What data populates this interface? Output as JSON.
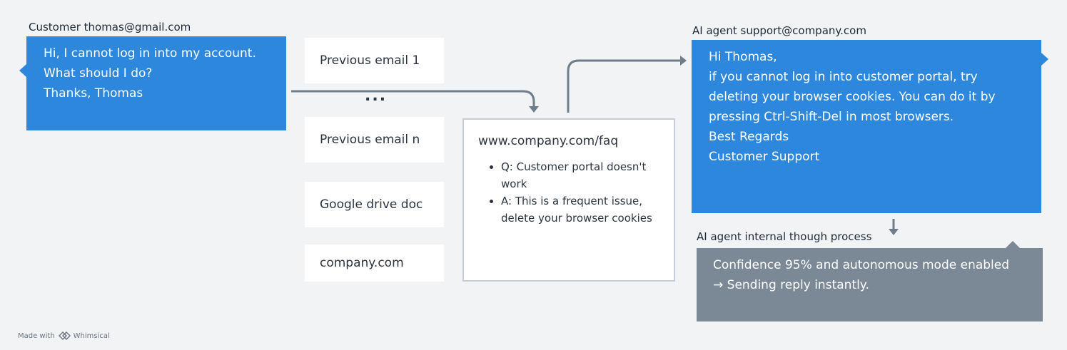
{
  "customer": {
    "label": "Customer thomas@gmail.com",
    "message_lines": [
      "Hi, I cannot log in into my account.",
      "What should I do?",
      "",
      "Thanks, Thomas"
    ]
  },
  "sources": {
    "items": [
      "Previous email 1",
      "Previous email n",
      "Google drive doc",
      "company.com"
    ],
    "ellipsis": "..."
  },
  "faq": {
    "title": "www.company.com/faq",
    "bullets": [
      "Q: Customer portal doesn't work",
      "A: This is a frequent issue, delete your browser cookies"
    ]
  },
  "agent": {
    "label": "AI agent support@company.com",
    "reply_lines": [
      "Hi Thomas,",
      "",
      "if you cannot log in into customer portal, try",
      "deleting your browser cookies. You can do it by",
      "pressing Ctrl-Shift-Del in most browsers.",
      "",
      "Best Regards",
      "Customer Support"
    ]
  },
  "thought": {
    "label": "AI agent internal though process",
    "lines": [
      "Confidence 95% and autonomous mode enabled",
      "→ Sending reply instantly."
    ]
  },
  "footer": {
    "made_with": "Made with",
    "brand": "Whimsical"
  },
  "colors": {
    "bubble_blue": "#2d88dd",
    "thought_gray": "#7b8896",
    "connector": "#6f7c8a",
    "background": "#f1f3f5"
  }
}
